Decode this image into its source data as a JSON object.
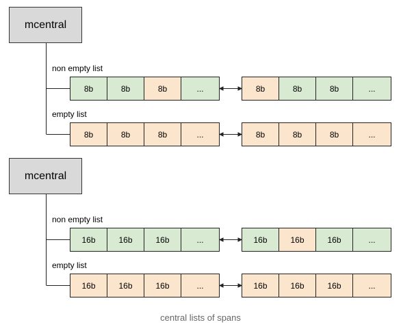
{
  "groups": [
    {
      "title": "mcentral",
      "lists": [
        {
          "label": "non empty list",
          "left": [
            {
              "text": "8b",
              "color": "green"
            },
            {
              "text": "8b",
              "color": "green"
            },
            {
              "text": "8b",
              "color": "orange"
            },
            {
              "text": "...",
              "color": "green"
            }
          ],
          "right": [
            {
              "text": "8b",
              "color": "orange"
            },
            {
              "text": "8b",
              "color": "green"
            },
            {
              "text": "8b",
              "color": "green"
            },
            {
              "text": "...",
              "color": "green"
            }
          ]
        },
        {
          "label": "empty list",
          "left": [
            {
              "text": "8b",
              "color": "orange"
            },
            {
              "text": "8b",
              "color": "orange"
            },
            {
              "text": "8b",
              "color": "orange"
            },
            {
              "text": "...",
              "color": "orange"
            }
          ],
          "right": [
            {
              "text": "8b",
              "color": "orange"
            },
            {
              "text": "8b",
              "color": "orange"
            },
            {
              "text": "8b",
              "color": "orange"
            },
            {
              "text": "...",
              "color": "orange"
            }
          ]
        }
      ]
    },
    {
      "title": "mcentral",
      "lists": [
        {
          "label": "non empty list",
          "left": [
            {
              "text": "16b",
              "color": "green"
            },
            {
              "text": "16b",
              "color": "green"
            },
            {
              "text": "16b",
              "color": "green"
            },
            {
              "text": "...",
              "color": "green"
            }
          ],
          "right": [
            {
              "text": "16b",
              "color": "green"
            },
            {
              "text": "16b",
              "color": "orange"
            },
            {
              "text": "16b",
              "color": "green"
            },
            {
              "text": "...",
              "color": "green"
            }
          ]
        },
        {
          "label": "empty list",
          "left": [
            {
              "text": "16b",
              "color": "orange"
            },
            {
              "text": "16b",
              "color": "orange"
            },
            {
              "text": "16b",
              "color": "orange"
            },
            {
              "text": "...",
              "color": "orange"
            }
          ],
          "right": [
            {
              "text": "16b",
              "color": "orange"
            },
            {
              "text": "16b",
              "color": "orange"
            },
            {
              "text": "16b",
              "color": "orange"
            },
            {
              "text": "...",
              "color": "orange"
            }
          ]
        }
      ]
    }
  ],
  "caption": "central lists of spans"
}
